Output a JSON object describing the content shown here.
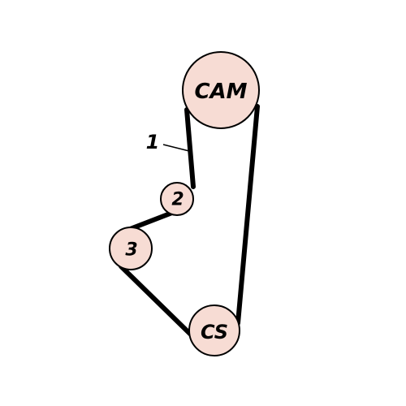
{
  "belt_label": "1",
  "pulleys": {
    "cam": "CAM",
    "tensioner": "2",
    "idler": "3",
    "crankshaft": "CS"
  },
  "colors": {
    "pulley_fill": "#f7dcd4",
    "belt": "#000000"
  }
}
